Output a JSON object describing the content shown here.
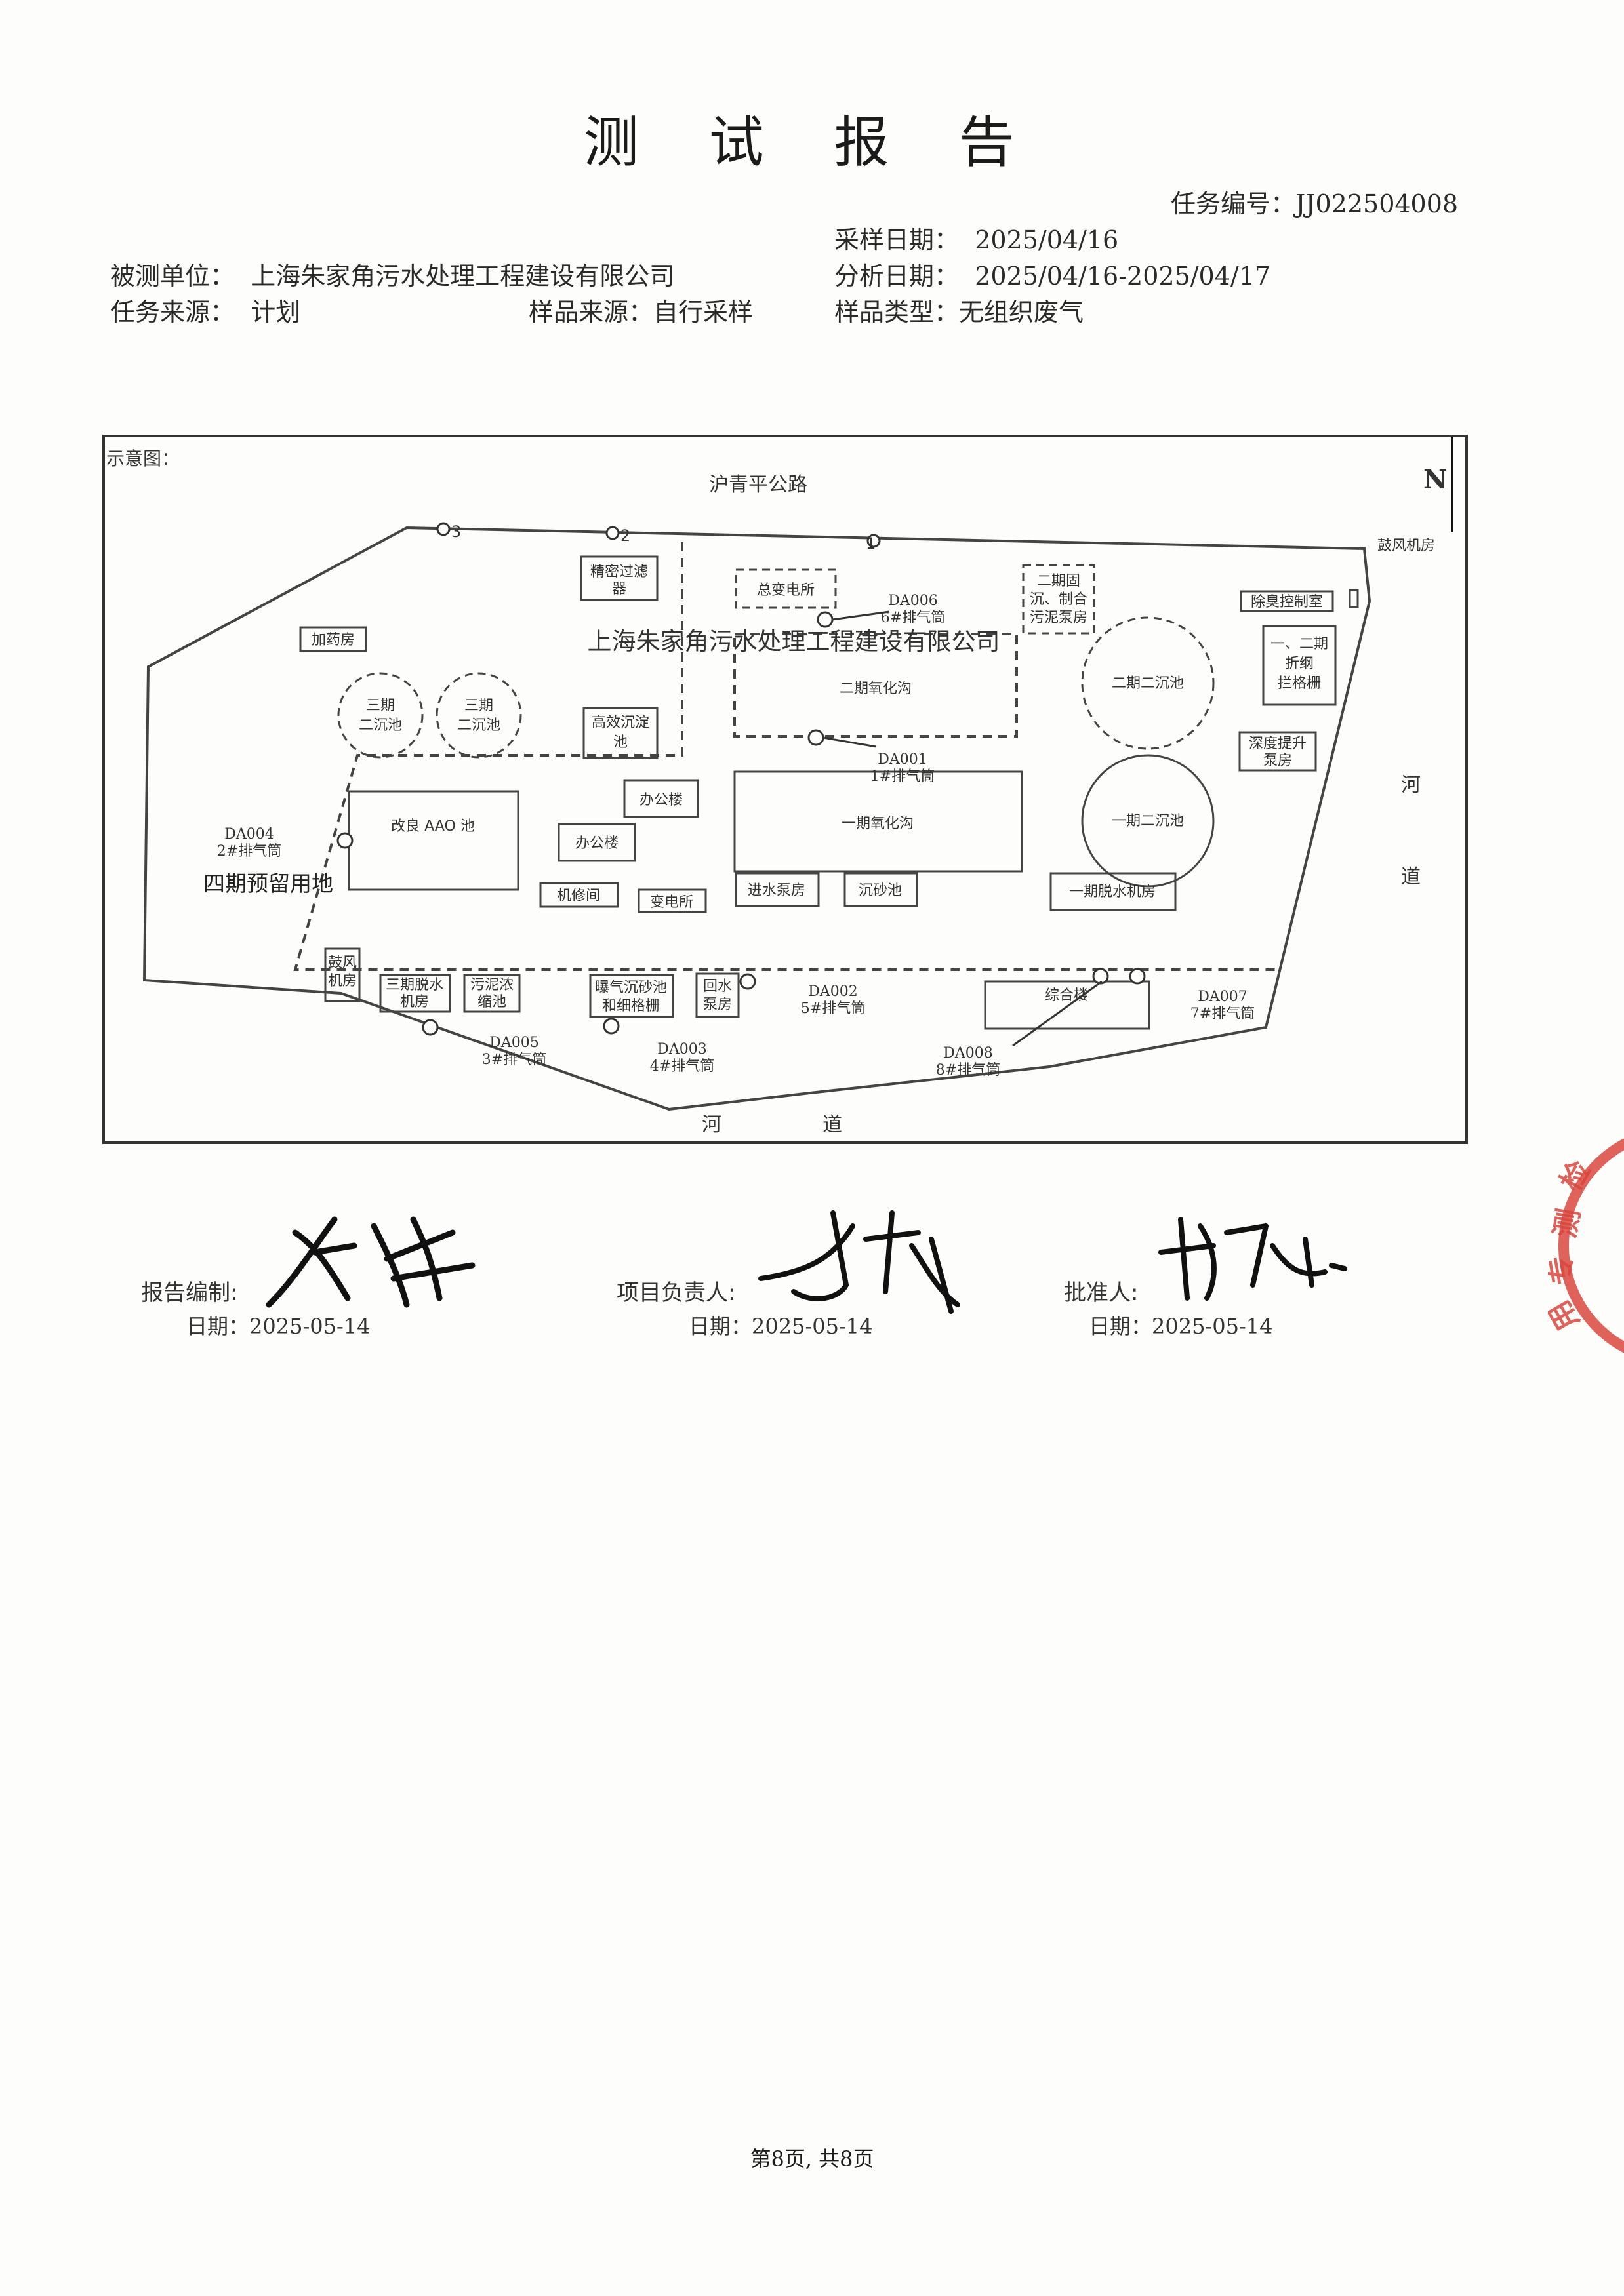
{
  "report": {
    "title": "测 试 报 告",
    "task_no_label": "任务编号：",
    "task_no": "JJ022504008",
    "sampling_date_label": "采样日期：",
    "sampling_date": "2025/04/16",
    "unit_label": "被测单位：",
    "unit": "上海朱家角污水处理工程建设有限公司",
    "analysis_date_label": "分析日期：",
    "analysis_date": "2025/04/16-2025/04/17",
    "task_source_label": "任务来源：",
    "task_source": "计划",
    "sample_source_label": "样品来源：",
    "sample_source": "自行采样",
    "sample_type_label": "样品类型：",
    "sample_type": "无组织废气"
  },
  "map": {
    "caption": "示意图：",
    "north": "N",
    "road": "沪青平公路",
    "company": "上海朱家角污水处理工程建设有限公司",
    "river_right_1": "河",
    "river_right_2": "道",
    "river_bottom_1": "河",
    "river_bottom_2": "道",
    "reserved": "四期预留用地",
    "points": {
      "p1": "1",
      "p2": "2",
      "p3": "3"
    },
    "buildings": {
      "fine_grid": [
        "精密过滤",
        "器"
      ],
      "substation_main": "总变电所",
      "phase2_grit": [
        "二期固",
        "沉、制合",
        "污泥泵房"
      ],
      "blower_room": "鼓风机房",
      "deodor_ctrl": "除臭控制室",
      "screen": [
        "一、二期",
        "折纲",
        "拦格栅"
      ],
      "dosing": "加药房",
      "phase3_sed_a": [
        "三期",
        "二沉池"
      ],
      "phase3_sed_b": [
        "三期",
        "二沉池"
      ],
      "phase2_oxid": "二期氧化沟",
      "phase2_sed": "二期二沉池",
      "efficient_sed": [
        "高效沉淀",
        "池"
      ],
      "lift_pump": [
        "深度提升",
        "泵房"
      ],
      "aao": "改良 AAO 池",
      "office_1": "办公楼",
      "office_2": "办公楼",
      "phase1_oxid": "一期氧化沟",
      "phase1_sed": "一期二沉池",
      "repair": "机修间",
      "substation": "变电所",
      "inlet_pump": "进水泵房",
      "grit": "沉砂池",
      "phase1_dewater": "一期脱水机房",
      "blower_small": [
        "鼓风",
        "机房"
      ],
      "phase3_dewater": [
        "三期脱水",
        "机房"
      ],
      "sludge_thicken": [
        "污泥浓",
        "缩池"
      ],
      "aeration_grit": [
        "曝气沉砂池",
        "和细格栅"
      ],
      "reuse_pump": [
        "回水",
        "泵房"
      ],
      "comp_office": "综合楼"
    },
    "stations": {
      "da001": [
        "DA001",
        "1#排气筒"
      ],
      "da002": [
        "DA002",
        "5#排气筒"
      ],
      "da003": [
        "DA003",
        "4#排气筒"
      ],
      "da004": [
        "DA004",
        "2#排气筒"
      ],
      "da005": [
        "DA005",
        "3#排气筒"
      ],
      "da006": [
        "DA006",
        "6#排气筒"
      ],
      "da007": [
        "DA007",
        "7#排气筒"
      ],
      "da008": [
        "DA008",
        "8#排气筒"
      ]
    }
  },
  "signoff": {
    "editor_label": "报告编制:",
    "editor_date_label": "日期：",
    "editor_date": "2025-05-14",
    "lead_label": "项目负责人:",
    "lead_date_label": "日期：",
    "lead_date": "2025-05-14",
    "approver_label": "批准人:",
    "approver_date_label": "日期：",
    "approver_date": "2025-05-14"
  },
  "stamp": {
    "text": "检测专用章",
    "color": "#d9463e"
  },
  "footer": {
    "page": "第8页, 共8页"
  }
}
